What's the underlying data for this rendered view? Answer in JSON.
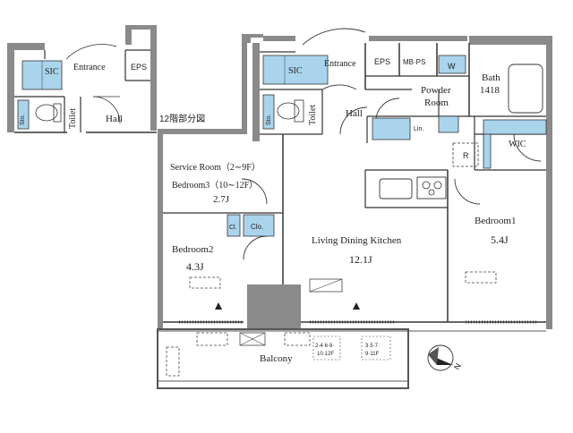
{
  "plan": {
    "inset": {
      "sic": "SIC",
      "entrance": "Entrance",
      "eps": "EPS",
      "sto": "Sto.",
      "toilet": "Toilet",
      "hall": "Hall",
      "floor_note": "12階部分図"
    },
    "rooms": {
      "sic": "SIC",
      "entrance": "Entrance",
      "eps": "EPS",
      "mbps": "MB·PS",
      "wash": "W",
      "bath": "Bath",
      "bath_size": "1418",
      "powder": "Powder",
      "powder2": "Room",
      "sto": "Sto.",
      "toilet": "Toilet",
      "hall": "Hall",
      "lin": "Lin.",
      "wic": "WIC",
      "fridge": "R",
      "service_room": "Service Room（2∼9F）",
      "bedroom3": "Bedroom3（10∼12F）",
      "service_size": "2.7J",
      "cl": "Cl.",
      "clo": "Clo.",
      "bedroom2": "Bedroom2",
      "bedroom2_size": "4.3J",
      "ldk": "Living Dining Kitchen",
      "ldk_size": "12.1J",
      "bedroom1": "Bedroom1",
      "bedroom1_size": "5.4J",
      "balcony": "Balcony",
      "floors_a": "2·4·6·8·",
      "floors_a2": "10·12F",
      "floors_b": "3·5·7·",
      "floors_b2": "9·11F"
    },
    "compass": "N"
  },
  "colors": {
    "wall": "#8a8a8a",
    "line": "#333333",
    "fixture": "#a9d4ec"
  }
}
